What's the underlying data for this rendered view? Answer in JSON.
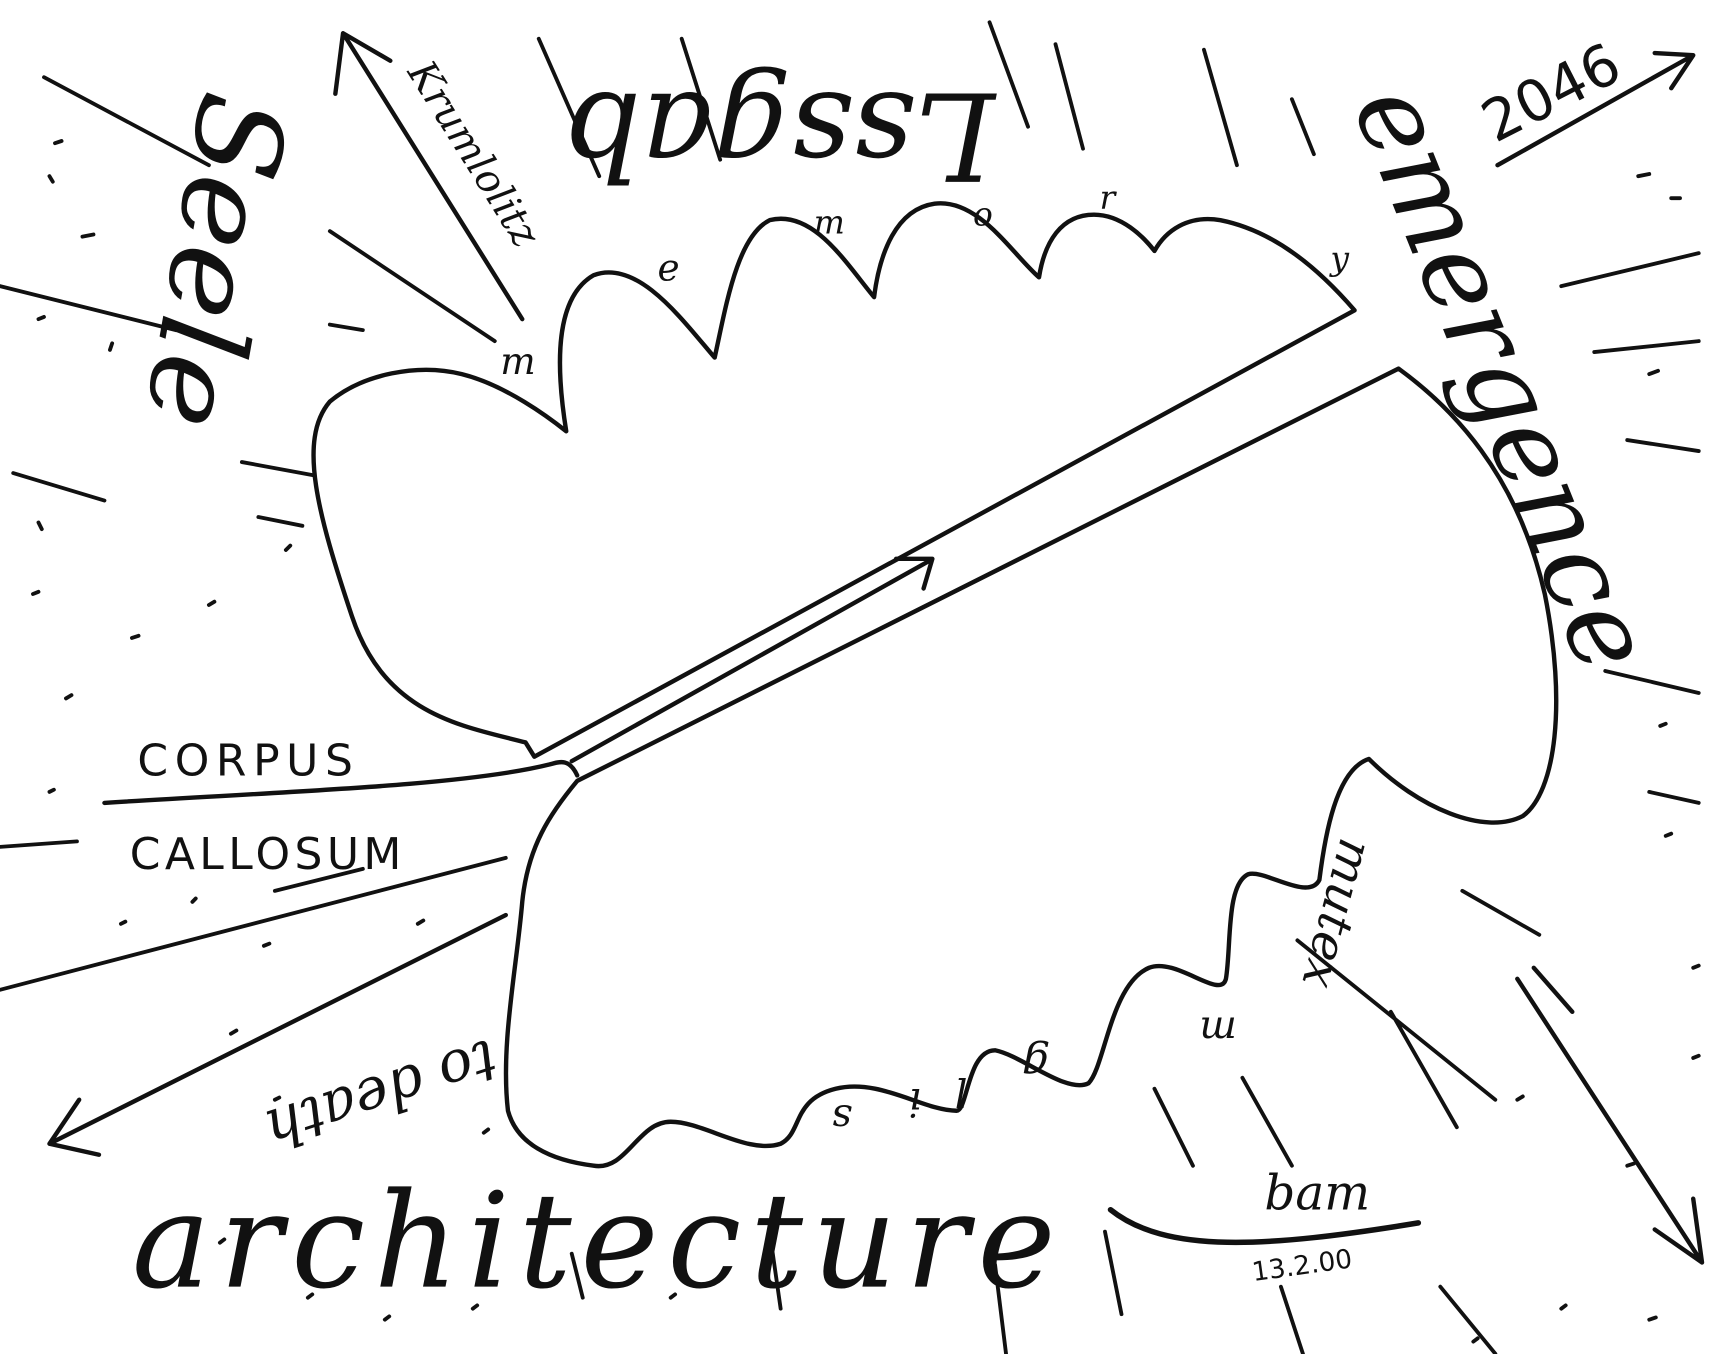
{
  "drawing": {
    "labels": {
      "corpus": "CORPUS",
      "callosum": "CALLOSUM",
      "year": "2046",
      "arrow_top_left": "Krumlolitz",
      "top_word": "Lssgab",
      "left_word": "Seele",
      "right_word": "emergence",
      "memory_letters": [
        "m",
        "e",
        "m",
        "o",
        "r",
        "y"
      ],
      "lower_letters": [
        "s",
        "i",
        "l",
        "g",
        "m"
      ],
      "lower_right_word": "mutex",
      "arrow_bottom_left": "to death",
      "bottom_word": "architecture"
    },
    "signature": {
      "name": "bam",
      "date": "13.2.00"
    },
    "colors": {
      "ink": "#111111",
      "paper": "#ffffff"
    }
  }
}
